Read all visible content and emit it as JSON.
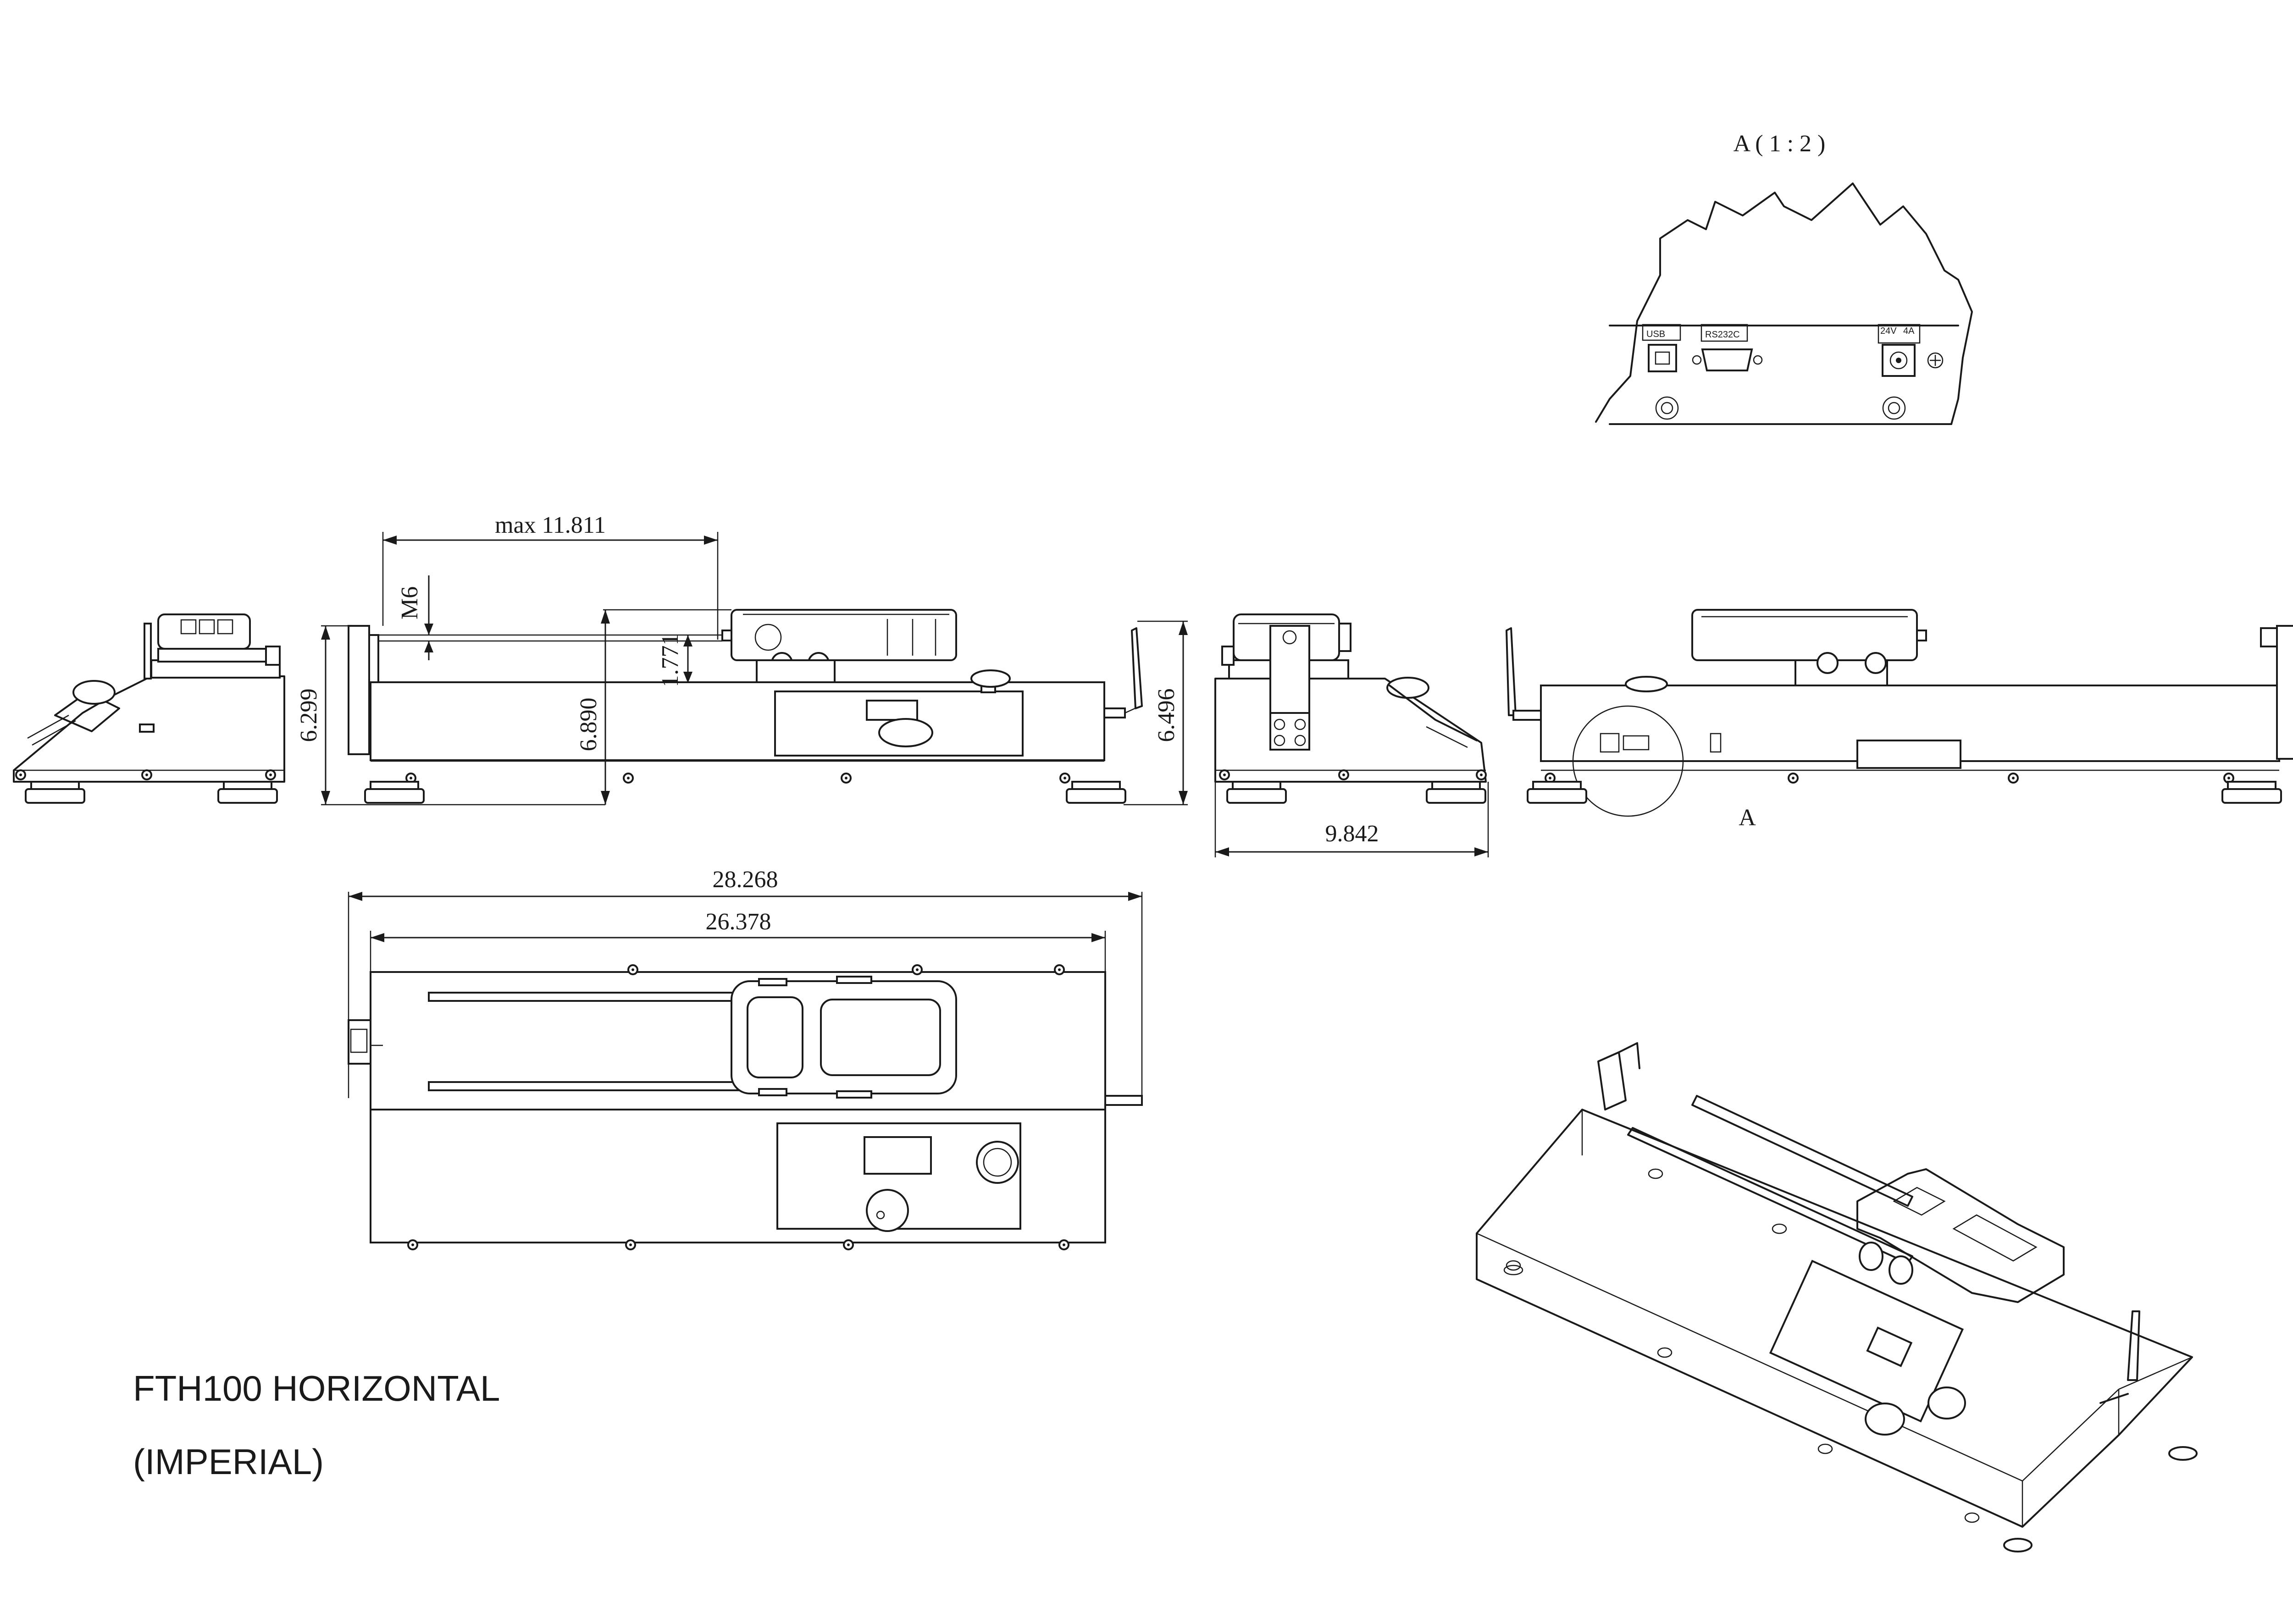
{
  "title": {
    "line1": "FTH100 HORIZONTAL",
    "line2": "(IMPERIAL)"
  },
  "detail": {
    "label": "A ( 1 : 2 )",
    "marker": "A",
    "ports": {
      "usb": "USB",
      "rs232": "RS232C",
      "voltage": "24V",
      "current": "4A"
    }
  },
  "dimensions": {
    "max_travel": "max 11.811",
    "thread": "M6",
    "height_side": "6.299",
    "height_front": "6.890",
    "gauge_offset": "1.771",
    "height_antenna": "6.496",
    "depth": "9.842",
    "overall_length": "28.268",
    "body_length": "26.378"
  }
}
